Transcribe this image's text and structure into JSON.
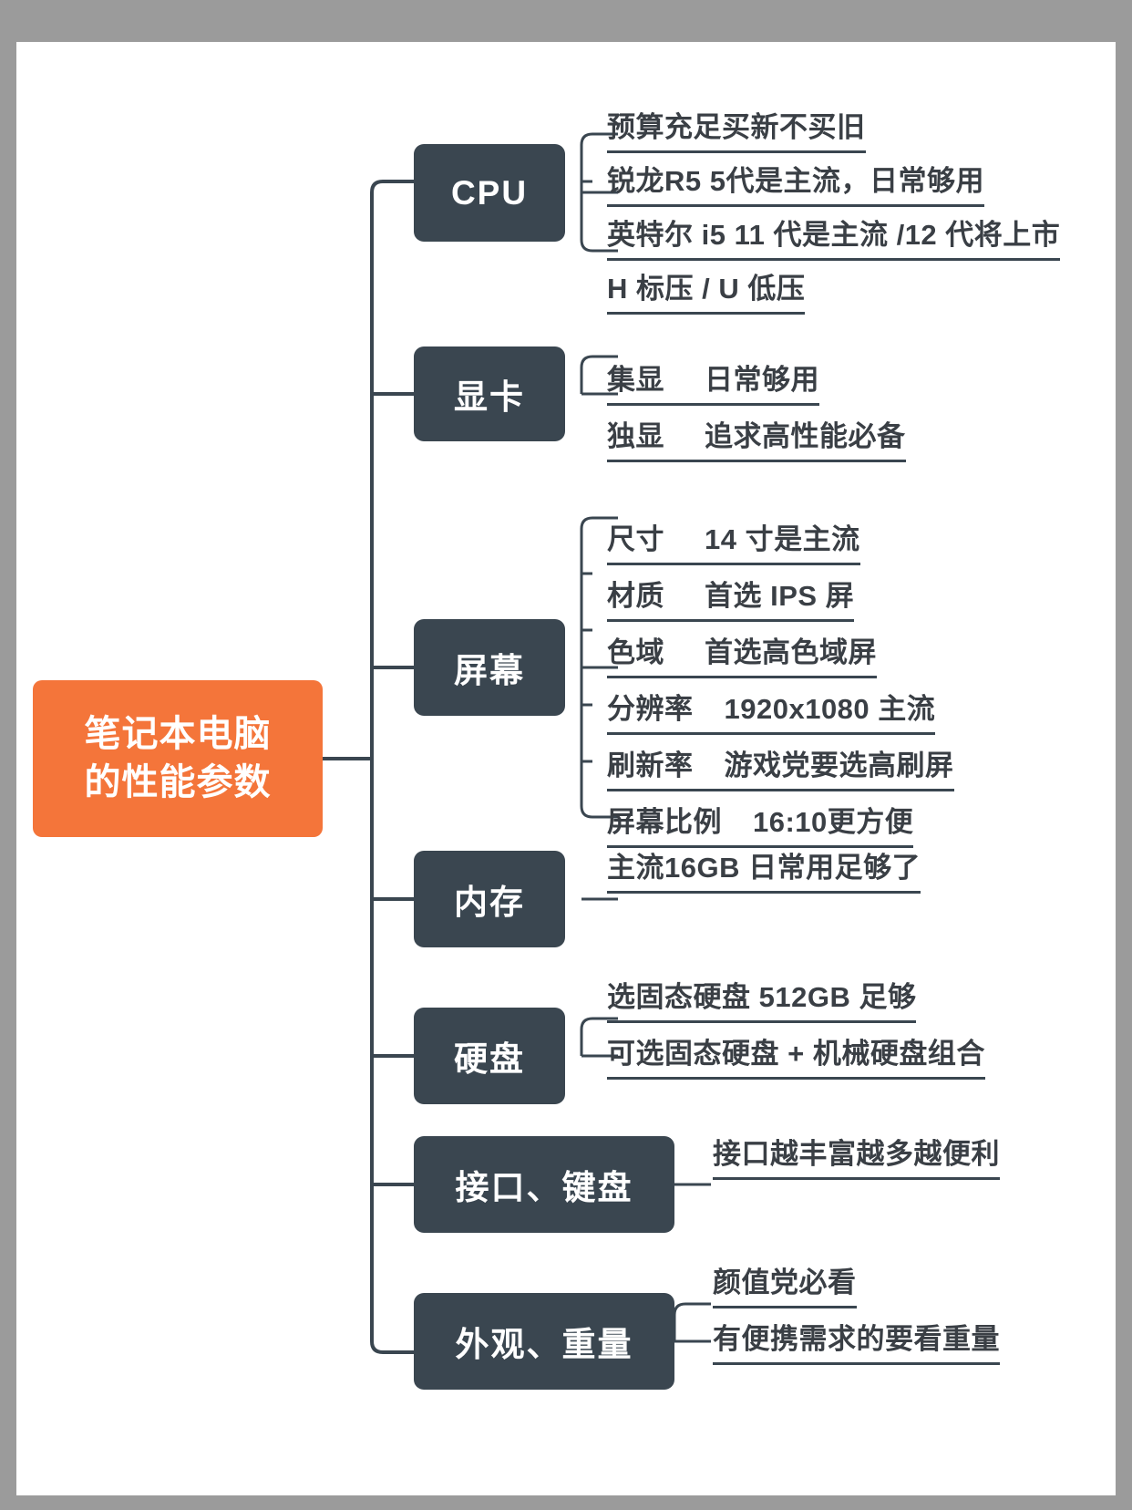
{
  "theme": {
    "page_background": "#9b9b9b",
    "canvas_background": "#ffffff",
    "root_color": "#F4753A",
    "branch_color": "#3A4650",
    "leaf_text_color": "#3A3F45",
    "connector_color": "#3A4650"
  },
  "root": {
    "label": "笔记本电脑\n的性能参数"
  },
  "branches": [
    {
      "id": "cpu",
      "label": "CPU",
      "children": [
        {
          "key": "预算充足买新不买旧",
          "value": ""
        },
        {
          "key": "锐龙R5  5代是主流，日常够用",
          "value": ""
        },
        {
          "key": "英特尔 i5 11 代是主流 /12 代将上市",
          "value": ""
        },
        {
          "key": "H 标压 / U 低压",
          "value": ""
        }
      ]
    },
    {
      "id": "gpu",
      "label": "显卡",
      "children": [
        {
          "key": "集显",
          "value": "日常够用"
        },
        {
          "key": "独显",
          "value": "追求高性能必备"
        }
      ]
    },
    {
      "id": "screen",
      "label": "屏幕",
      "children": [
        {
          "key": "尺寸",
          "value": "14 寸是主流"
        },
        {
          "key": "材质",
          "value": "首选 IPS 屏"
        },
        {
          "key": "色域",
          "value": "首选高色域屏"
        },
        {
          "key": "分辨率",
          "value": "1920x1080 主流"
        },
        {
          "key": "刷新率",
          "value": "游戏党要选高刷屏"
        },
        {
          "key": "屏幕比例",
          "value": "16:10更方便"
        }
      ]
    },
    {
      "id": "memory",
      "label": "内存",
      "children": [
        {
          "key": "主流16GB 日常用足够了",
          "value": ""
        }
      ]
    },
    {
      "id": "disk",
      "label": "硬盘",
      "children": [
        {
          "key": "选固态硬盘 512GB 足够",
          "value": ""
        },
        {
          "key": "可选固态硬盘 + 机械硬盘组合",
          "value": ""
        }
      ]
    },
    {
      "id": "ports",
      "label": "接口、键盘",
      "children": [
        {
          "key": "接口越丰富越多越便利",
          "value": ""
        }
      ]
    },
    {
      "id": "design",
      "label": "外观、重量",
      "children": [
        {
          "key": "颜值党必看",
          "value": ""
        },
        {
          "key": "有便携需求的要看重量",
          "value": ""
        }
      ]
    }
  ]
}
